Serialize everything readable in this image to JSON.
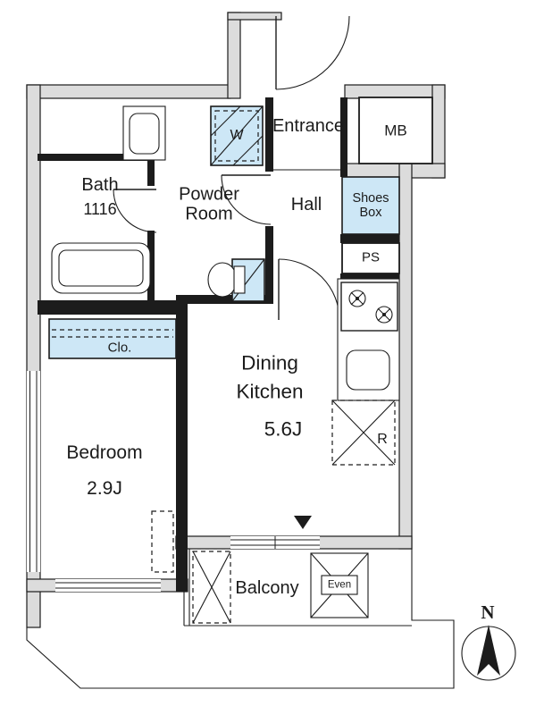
{
  "plan": {
    "rooms": {
      "entrance": "Entrance",
      "hall": "Hall",
      "mb": "MB",
      "shoes_box_line1": "Shoes",
      "shoes_box_line2": "Box",
      "ps": "PS",
      "bath": "Bath",
      "bath_size": "1116",
      "powder_line1": "Powder",
      "powder_line2": "Room",
      "washer": "W",
      "closet": "Clo.",
      "bedroom": "Bedroom",
      "bedroom_size": "2.9J",
      "dk_line1": "Dining",
      "dk_line2": "Kitchen",
      "dk_size": "5.6J",
      "fridge": "R",
      "balcony": "Balcony",
      "hatch": "Even",
      "compass_north": "N"
    },
    "colors": {
      "wall_dark": "#1c1c1c",
      "wall_gray": "#dcdcdc",
      "highlight_blue": "#cde7f6",
      "line": "#1c1c1c",
      "background": "#ffffff"
    }
  }
}
